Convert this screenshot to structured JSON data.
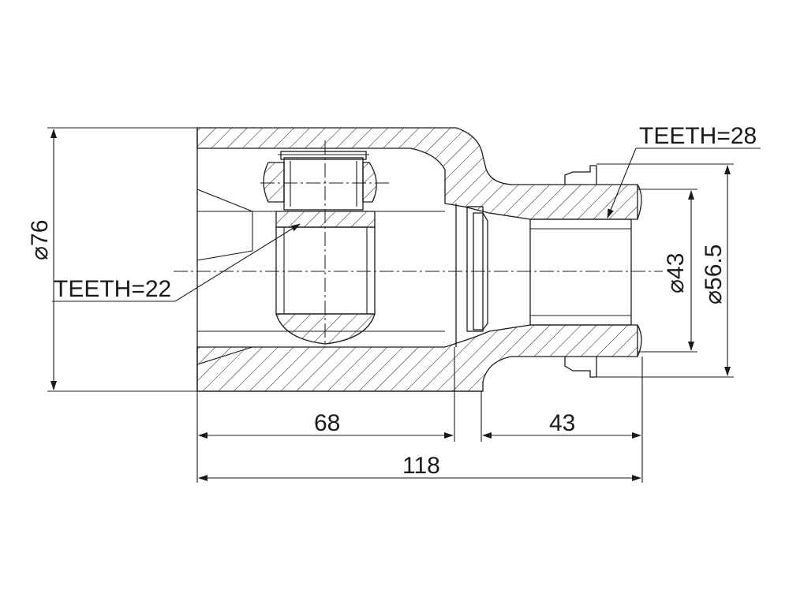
{
  "labels": {
    "teeth_outer": "TEETH=28",
    "teeth_inner": "TEETH=22",
    "dia_body": "⌀76",
    "dia_shaft": "⌀43",
    "dia_flange": "⌀56.5",
    "len_housing": "68",
    "len_stem": "43",
    "len_total": "118"
  }
}
